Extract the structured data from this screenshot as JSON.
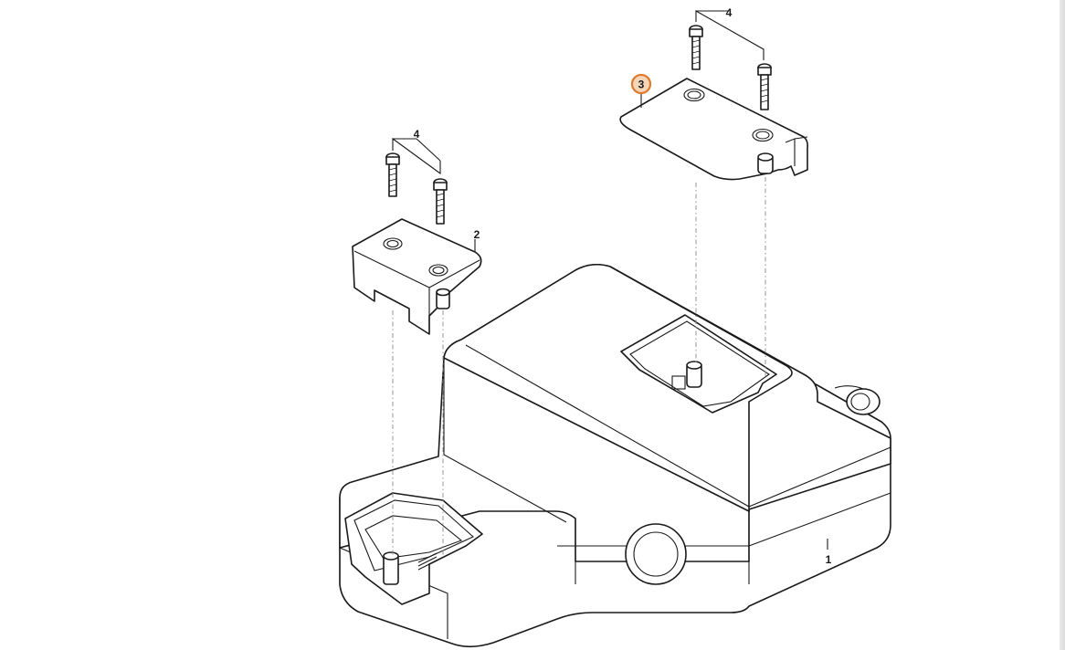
{
  "diagram": {
    "callouts": {
      "part_1": "1",
      "part_2": "2",
      "part_3": "3",
      "part_4_left": "4",
      "part_4_right": "4"
    },
    "highlighted_callout": "3",
    "colors": {
      "line": "#1a1a1a",
      "hidden_line": "#8a8a8a",
      "highlight_stroke": "#e07a2e",
      "highlight_fill": "#f6d6b8"
    }
  }
}
